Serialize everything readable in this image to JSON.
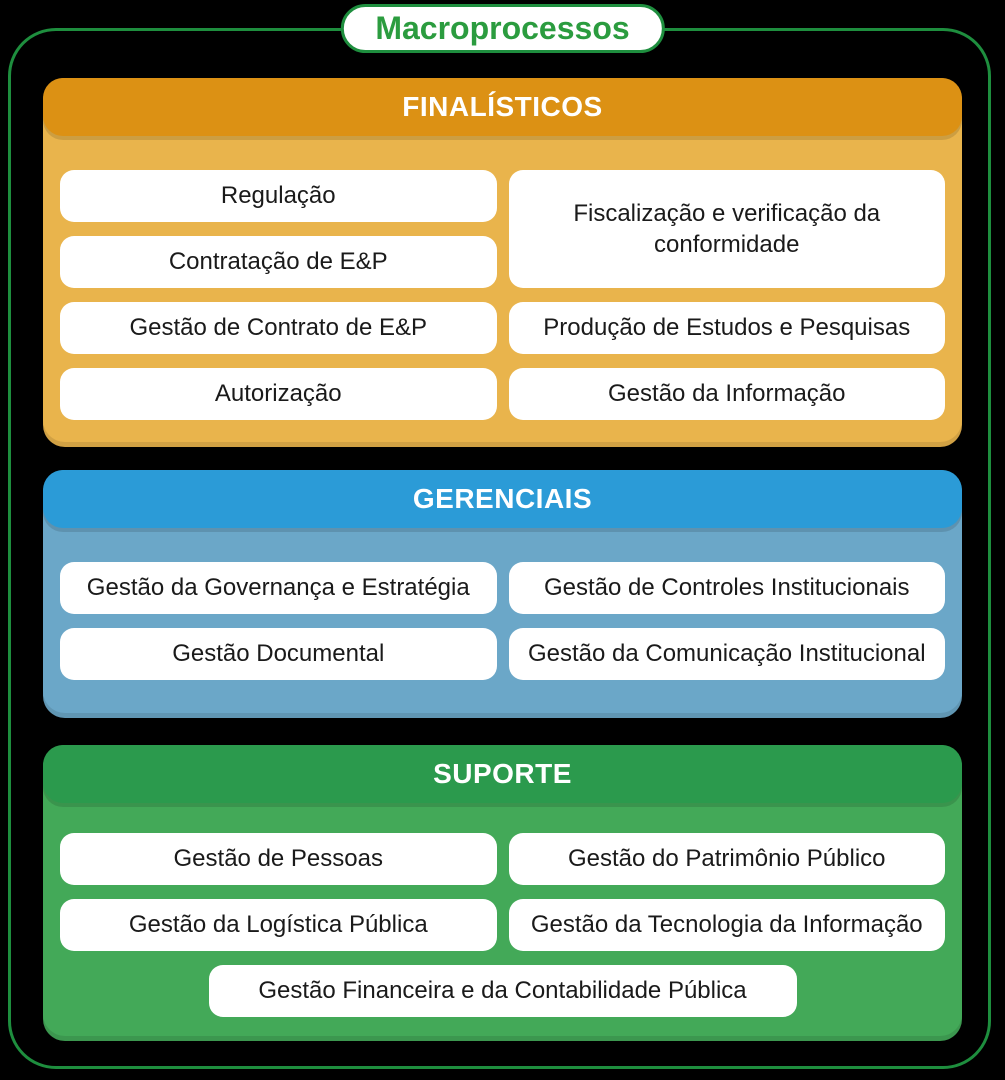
{
  "title": "Macroprocessos",
  "colors": {
    "background": "#000000",
    "frame_border_green": "#1E8E3E",
    "title_text_green": "#2B9C3F",
    "finalisticos_header": "#DC9114",
    "finalisticos_body": "#E9B44C",
    "gerenciais_header": "#2B9BD7",
    "gerenciais_body": "#6BA7C8",
    "suporte_header": "#2B9A4D",
    "suporte_body": "#43A958",
    "item_background": "#FFFFFF",
    "item_text": "#1A1A1A",
    "header_text": "#FFFFFF"
  },
  "sections": [
    {
      "label": "FINALÍSTICOS",
      "items": [
        "Regulação",
        "Fiscalização e verificação da conformidade",
        "Contratação de E&P",
        "Gestão de Contrato de E&P",
        "Produção de Estudos e Pesquisas",
        "Autorização",
        "Gestão da Informação"
      ]
    },
    {
      "label": "GERENCIAIS",
      "items": [
        "Gestão da Governança e Estratégia",
        "Gestão de Controles Institucionais",
        "Gestão Documental",
        "Gestão da Comunicação Institucional"
      ]
    },
    {
      "label": "SUPORTE",
      "items": [
        "Gestão de Pessoas",
        "Gestão do Patrimônio Público",
        "Gestão da Logística Pública",
        "Gestão da Tecnologia da Informação",
        "Gestão Financeira e da Contabilidade Pública"
      ]
    }
  ]
}
